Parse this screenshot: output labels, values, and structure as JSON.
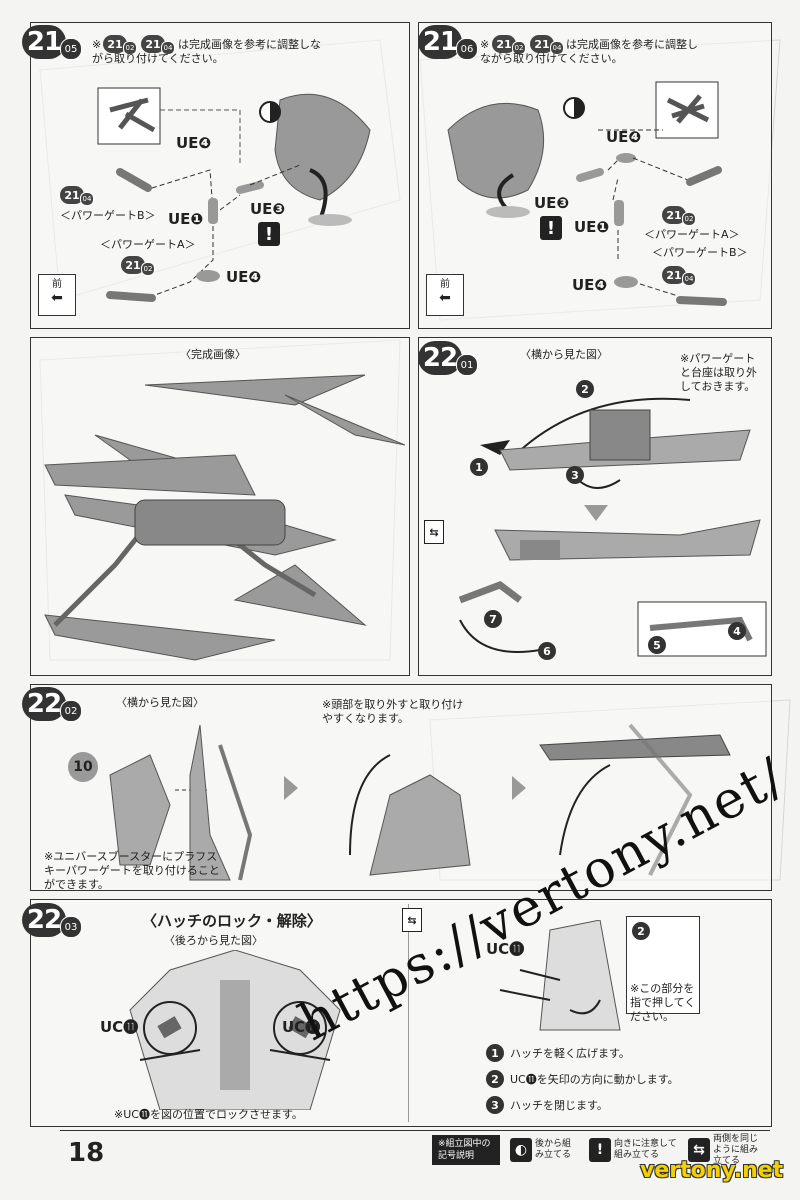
{
  "page_number": "18",
  "step21_05": {
    "step": "21",
    "sub": "05",
    "note": "※",
    "ref_a": {
      "step": "21",
      "sub": "02"
    },
    "ref_b": {
      "step": "21",
      "sub": "04"
    },
    "instruction": "は完成画像を参考に調整しながら取り付けてください。",
    "part_ue4_top": "UE❹",
    "part_ue1": "UE❶",
    "part_ue3": "UE❸",
    "part_ue4_bottom": "UE❹",
    "gate_b": "＜パワーゲートB＞",
    "gate_a": "＜パワーゲートA＞",
    "front_label": "前"
  },
  "step21_06": {
    "step": "21",
    "sub": "06",
    "note": "※",
    "ref_a": {
      "step": "21",
      "sub": "02"
    },
    "ref_b": {
      "step": "21",
      "sub": "04"
    },
    "instruction": "は完成画像を参考に調整しながら取り付けてください。",
    "part_ue4_top": "UE❹",
    "part_ue3": "UE❸",
    "part_ue1": "UE❶",
    "part_ue4_bottom": "UE❹",
    "gate_a": "＜パワーゲートA＞",
    "gate_b": "＜パワーゲートB＞",
    "front_label": "前"
  },
  "completed": {
    "title": "〈完成画像〉"
  },
  "step22_01": {
    "step": "22",
    "sub": "01",
    "view": "〈横から見た図〉",
    "note": "※パワーゲートと台座は取り外しておきます。",
    "nums": [
      "1",
      "2",
      "3",
      "4",
      "5",
      "6",
      "7"
    ]
  },
  "step22_02": {
    "step": "22",
    "sub": "02",
    "view": "〈横から見た図〉",
    "part": "10",
    "head_note": "※頭部を取り外すと取り付けやすくなります。",
    "booster_note": "※ユニバースブースターにプラフスキーパワーゲートを取り付けることができます。"
  },
  "step22_03": {
    "step": "22",
    "sub": "03",
    "title": "〈ハッチのロック・解除〉",
    "view": "〈後ろから見た図〉",
    "uc_left": "UC⓫",
    "uc_right": "UC⓫",
    "uc_top": "UC⓫",
    "lock_note": "※UC⓫を図の位置でロックさせます。",
    "press_note": "※この部分を指で押してください。",
    "steps": [
      {
        "num": "1",
        "text": "ハッチを軽く広げます。"
      },
      {
        "num": "2",
        "text": "UC⓫を矢印の方向に動かします。"
      },
      {
        "num": "3",
        "text": "ハッチを閉じます。"
      }
    ]
  },
  "legend": {
    "label": "※組立図中の記号説明",
    "items": [
      {
        "icon": "◐",
        "text": "後から組み立てる"
      },
      {
        "icon": "!",
        "text": "向きに注意して組み立てる"
      },
      {
        "icon": "⇆",
        "text": "両側を同じように組み立てる"
      }
    ]
  },
  "watermark": "https://vertony.net/",
  "watermark_small": "vertony.net",
  "colors": {
    "ink": "#222222",
    "panel_border": "#333333",
    "arrow_gray": "#999999",
    "watermark_yellow": "#f4d000"
  }
}
